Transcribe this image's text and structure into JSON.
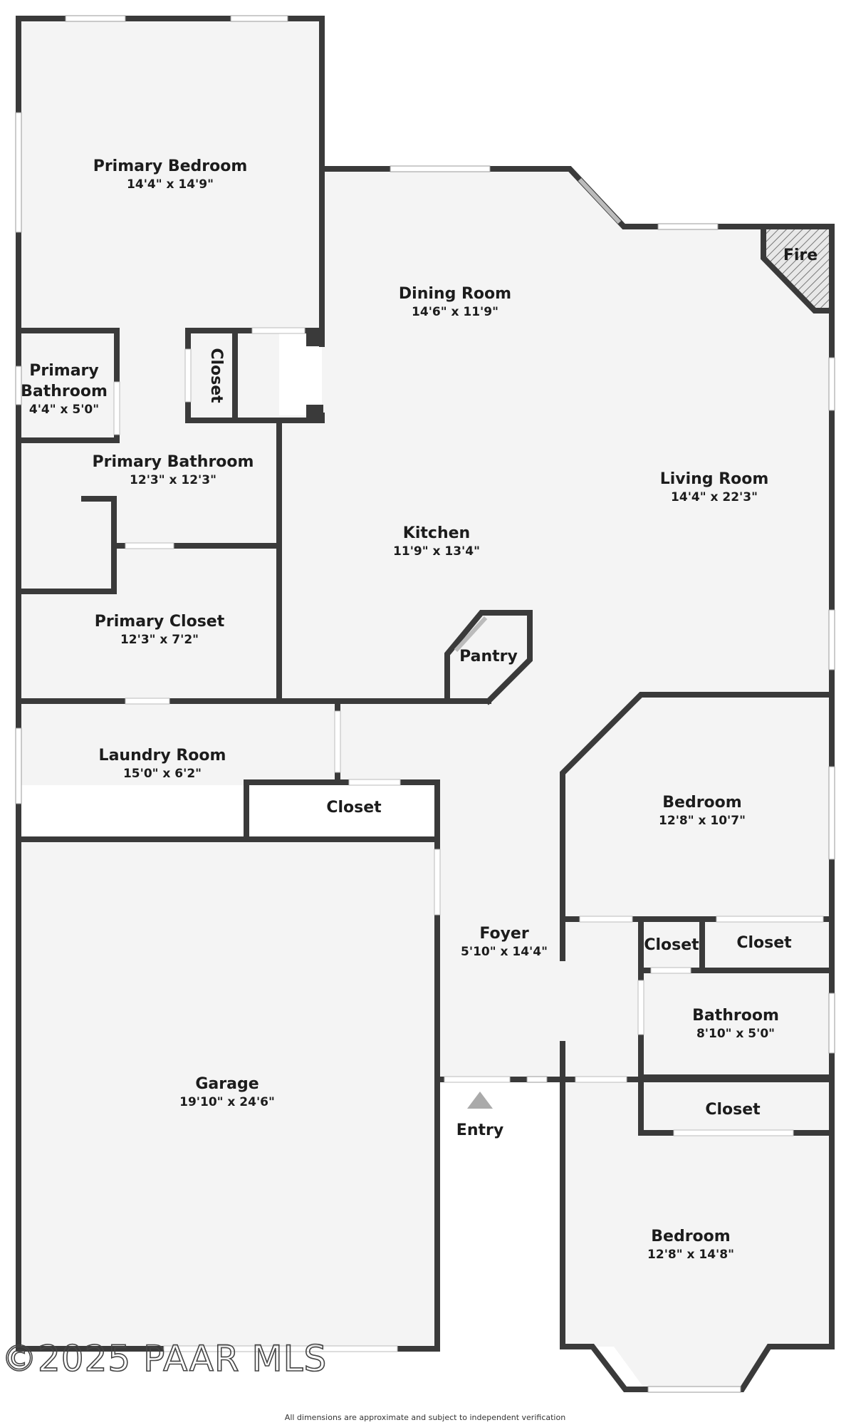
{
  "rooms": {
    "primary_bedroom": {
      "name": "Primary Bedroom",
      "dim": "14'4\" x 14'9\""
    },
    "dining_room": {
      "name": "Dining Room",
      "dim": "14'6\" x 11'9\""
    },
    "primary_bathroom_small": {
      "line1": "Primary",
      "line2": "Bathroom",
      "dim": "4'4\" x 5'0\""
    },
    "closet_vertical": {
      "name": "Closet"
    },
    "primary_bathroom": {
      "name": "Primary Bathroom",
      "dim": "12'3\" x 12'3\""
    },
    "living_room": {
      "name": "Living Room",
      "dim": "14'4\" x 22'3\""
    },
    "kitchen": {
      "name": "Kitchen",
      "dim": "11'9\" x 13'4\""
    },
    "pantry": {
      "name": "Pantry"
    },
    "primary_closet": {
      "name": "Primary Closet",
      "dim": "12'3\" x 7'2\""
    },
    "laundry_room": {
      "name": "Laundry Room",
      "dim": "15'0\" x 6'2\""
    },
    "laundry_closet": {
      "name": "Closet"
    },
    "bedroom_1": {
      "name": "Bedroom",
      "dim": "12'8\" x 10'7\""
    },
    "foyer": {
      "name": "Foyer",
      "dim": "5'10\" x 14'4\""
    },
    "closet_small": {
      "name": "Closet"
    },
    "closet_right": {
      "name": "Closet"
    },
    "bathroom": {
      "name": "Bathroom",
      "dim": "8'10\" x 5'0\""
    },
    "garage": {
      "name": "Garage",
      "dim": "19'10\" x 24'6\""
    },
    "closet_lower": {
      "name": "Closet"
    },
    "bedroom_2": {
      "name": "Bedroom",
      "dim": "12'8\" x 14'8\""
    }
  },
  "fireplace": {
    "label": "Fire"
  },
  "entry": {
    "label": "Entry"
  },
  "watermark": "©2025 PAAR MLS",
  "disclaimer": "All dimensions are approximate and subject to independent verification",
  "colors": {
    "wall": "#3a3a3a",
    "floor": "#f4f4f4",
    "window": "#ffffff",
    "text": "#1c1c1c"
  }
}
